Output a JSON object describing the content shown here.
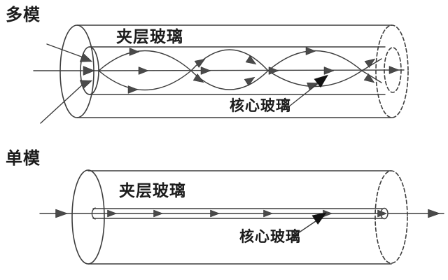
{
  "page": {
    "background": "#ffffff"
  },
  "colors": {
    "line": "#3d3d3d",
    "arrow": "#4a4a4a",
    "pointer": "#111111",
    "text": "#1c1c1c",
    "background": "#ffffff"
  },
  "multimode": {
    "title": "多模",
    "cladding_label": "夹层玻璃",
    "core_label": "核心玻璃"
  },
  "singlemode": {
    "title": "单模",
    "cladding_label": "夹层玻璃",
    "core_label": "核心玻璃"
  }
}
